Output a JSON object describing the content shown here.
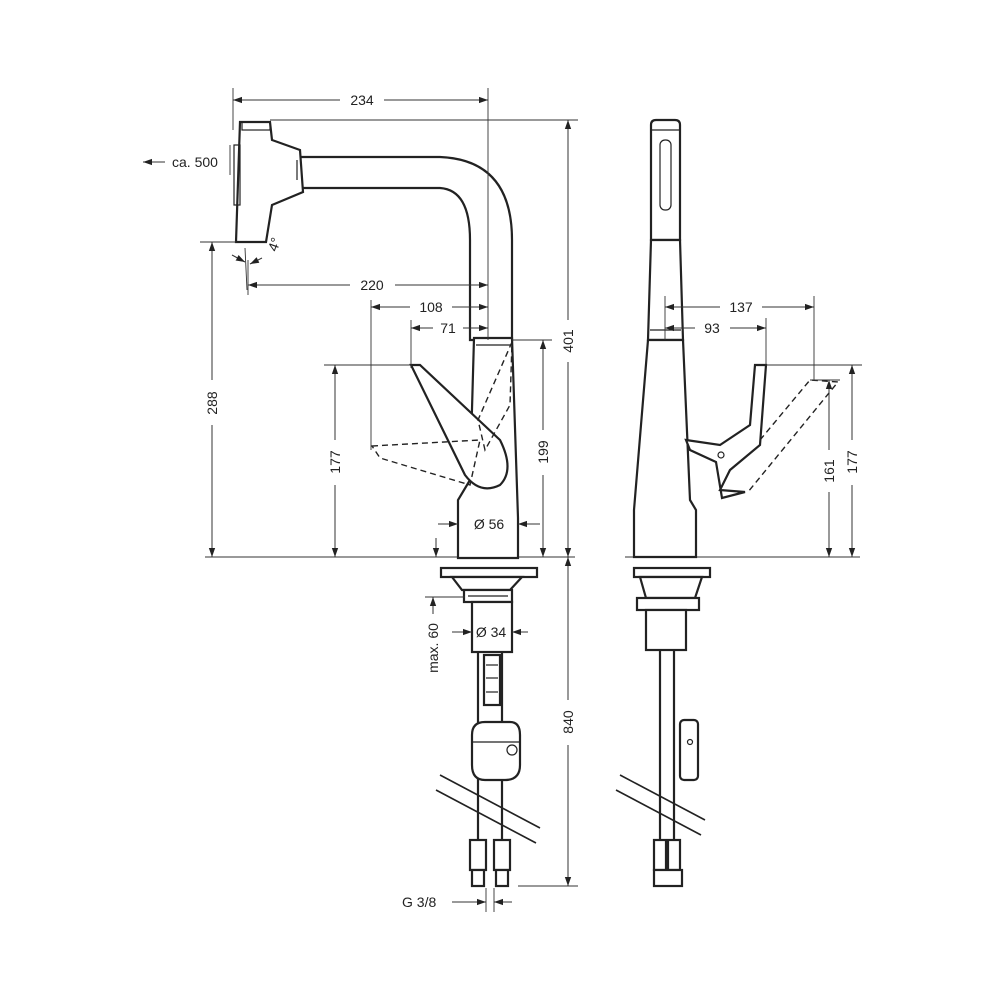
{
  "dimensions": {
    "d234": "234",
    "ca500": "ca. 500",
    "angle4": "4°",
    "d288": "288",
    "d220": "220",
    "d108": "108",
    "d71": "71",
    "d177_left": "177",
    "d199": "199",
    "d56": "Ø 56",
    "d401": "401",
    "max60": "max. 60",
    "d34": "Ø 34",
    "d840": "840",
    "g38": "G 3/8",
    "d137": "137",
    "d93": "93",
    "d161": "161",
    "d177_right": "177"
  }
}
